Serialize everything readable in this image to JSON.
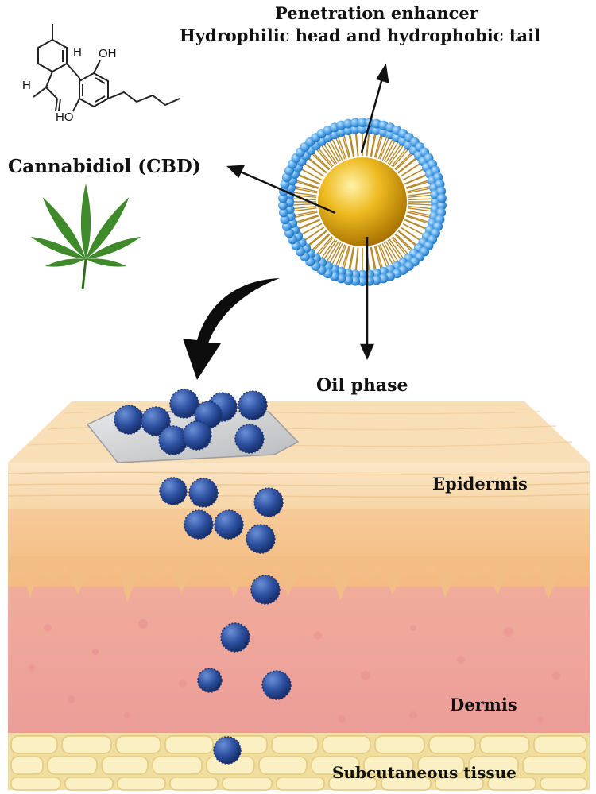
{
  "labels": {
    "penetration_enhancer": "Penetration enhancer",
    "head_tail": "Hydrophilic head and hydrophobic tail",
    "cbd": "Cannabidiol (CBD)",
    "oil_phase": "Oil phase",
    "epidermis": "Epidermis",
    "dermis": "Dermis",
    "subcutaneous": "Subcutaneous tissue"
  },
  "molecule_labels": {
    "oh_top": "OH",
    "oh_bottom": "HO",
    "h_upper": "H",
    "h_lower": "H"
  },
  "colors": {
    "oil_core": "#e9b414",
    "head_group": "#4a9fe6",
    "nanoparticle": "#2c4f9e",
    "epidermis_top": "#f7dcb4",
    "epidermis_lower": "#f5c38f",
    "dermis": "#eea39b",
    "subcutaneous": "#f6e7b0",
    "leaf": "#3f8a2b",
    "patch": "#cfd1d3"
  }
}
